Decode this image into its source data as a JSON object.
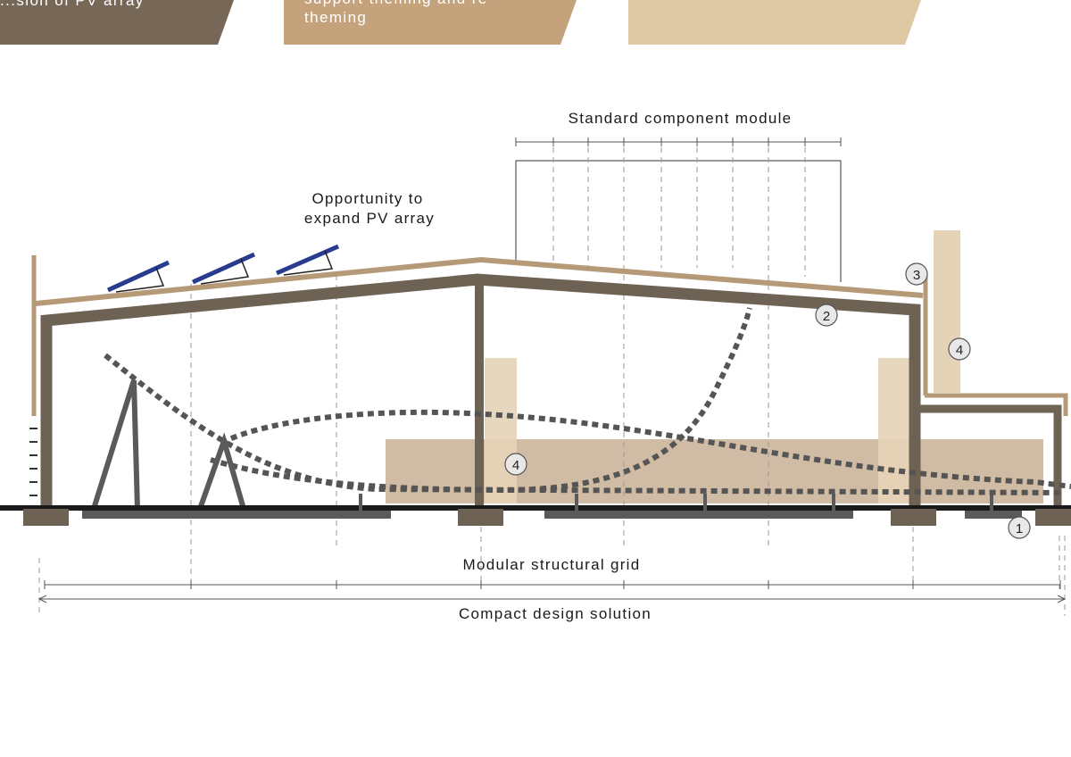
{
  "banners": [
    {
      "lines": [
        "...sion of PV array"
      ],
      "color": "#766757"
    },
    {
      "lines": [
        "support theming and re-",
        "theming"
      ],
      "color": "#c4a37c"
    },
    {
      "lines": [],
      "color": "#dfc8a4"
    }
  ],
  "labels": {
    "standard_component_module": "Standard component module",
    "pv_opportunity": [
      "Opportunity to",
      "expand PV array"
    ],
    "modular_structural_grid": "Modular structural grid",
    "compact_design_solution": "Compact design solution"
  },
  "callouts": [
    "1",
    "2",
    "3",
    "4",
    "4"
  ],
  "colors": {
    "structure": "#6e6254",
    "roof_membrane": "#b69a78",
    "fill_light": "#e5d3b8",
    "fill_medium": "#c8b094",
    "pv_panel": "#283b8c",
    "cable": "#555555",
    "ground": "#1a1a1a"
  }
}
